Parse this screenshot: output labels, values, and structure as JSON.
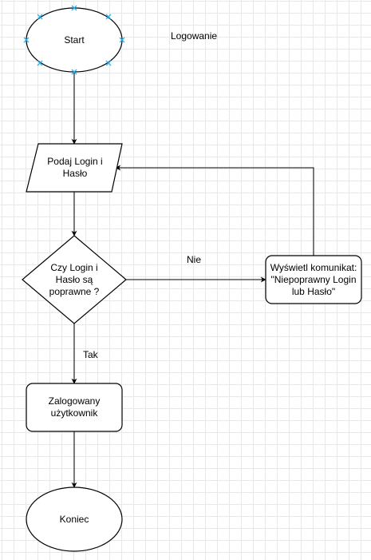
{
  "diagram": {
    "title": "Logowanie",
    "nodes": {
      "start": {
        "shape": "ellipse",
        "label": "Start"
      },
      "input": {
        "shape": "parallelogram",
        "label": "Podaj Login i\nHasło"
      },
      "decision": {
        "shape": "diamond",
        "label": "Czy Login i\nHasło są\npoprawne ?"
      },
      "error": {
        "shape": "rounded-rect",
        "label": "Wyświetl komunikat:\n\"Niepoprawny Login\nlub Hasło\""
      },
      "logged_in": {
        "shape": "rounded-rect",
        "label": "Zalogowany\nużytkownik"
      },
      "end": {
        "shape": "ellipse",
        "label": "Koniec"
      }
    },
    "edges": [
      {
        "from": "start",
        "to": "input",
        "label": ""
      },
      {
        "from": "input",
        "to": "decision",
        "label": ""
      },
      {
        "from": "decision",
        "to": "error",
        "label": "Nie"
      },
      {
        "from": "error",
        "to": "input",
        "label": ""
      },
      {
        "from": "decision",
        "to": "logged_in",
        "label": "Tak"
      },
      {
        "from": "logged_in",
        "to": "end",
        "label": ""
      }
    ],
    "colors": {
      "stroke": "#000000",
      "fill": "#ffffff",
      "selection_handle": "#29b6f2",
      "grid": "#e8e8e8"
    }
  }
}
